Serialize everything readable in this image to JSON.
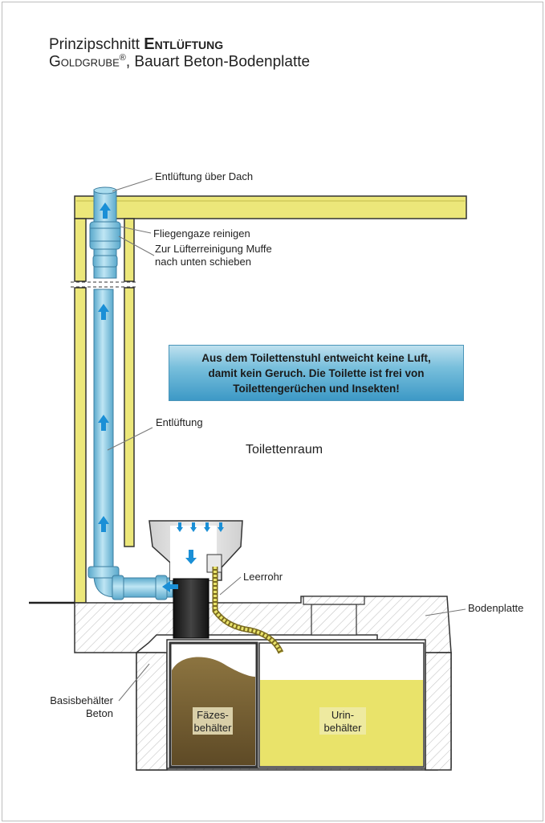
{
  "header": {
    "title_prefix": "Prinzipschnitt ",
    "title_bold": "Entlüftung",
    "subtitle_brand": "Goldgrube",
    "subtitle_reg": "®",
    "subtitle_rest": ", Bauart Beton-Bodenplatte"
  },
  "labels": {
    "roof_vent": "Entlüftung über Dach",
    "fly_screen": "Fliegengaze reinigen",
    "cleaning_line1": "Zur Lüfterreinigung Muffe",
    "cleaning_line2": "nach unten schieben",
    "vent": "Entlüftung",
    "room": "Toilettenraum",
    "empty_pipe": "Leerrohr",
    "floor_slab": "Bodenplatte",
    "base_line1": "Basisbehälter",
    "base_line2": "Beton",
    "feces_line1": "Fäzes-",
    "feces_line2": "behälter",
    "urine_line1": "Urin-",
    "urine_line2": "behälter"
  },
  "banner": {
    "line1": "Aus dem Toilettenstuhl entweicht keine Luft,",
    "line2": "damit kein Geruch. Die Toilette ist frei von",
    "line3": "Toilettengerüchen und Insekten!"
  },
  "colors": {
    "wall_fill": "#ece77a",
    "pipe_blue": "#7ac4e0",
    "arrow_blue": "#1a8fd6",
    "feces_brown": "#8a6d3b",
    "urine_yellow": "#e9e36a",
    "concrete_hatch": "#c8c8c8"
  }
}
